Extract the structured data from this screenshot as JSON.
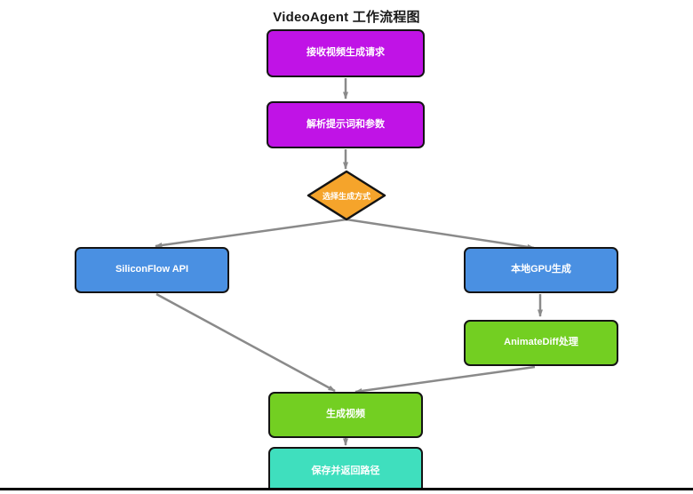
{
  "title": "VideoAgent 工作流程图",
  "colors": {
    "purple": "#C013E6",
    "orange": "#F5A42B",
    "blue": "#4A90E2",
    "green": "#73CF22",
    "teal": "#3FDFBE",
    "edge": "#8A8A8A",
    "border": "#141414",
    "text": "#FFFFFF",
    "title_text": "#1A1A1A"
  },
  "nodes": {
    "receive_request": {
      "label": "接收视频生成请求",
      "shape": "rect",
      "color": "purple"
    },
    "parse_prompt": {
      "label": "解析提示词和参数",
      "shape": "rect",
      "color": "purple"
    },
    "choose_method": {
      "label": "选择生成方式",
      "shape": "diamond",
      "color": "orange"
    },
    "siliconflow_api": {
      "label": "SiliconFlow API",
      "shape": "rect",
      "color": "blue"
    },
    "local_gpu": {
      "label": "本地GPU生成",
      "shape": "rect",
      "color": "blue"
    },
    "animatediff": {
      "label": "AnimateDiff处理",
      "shape": "rect",
      "color": "green"
    },
    "generate_video": {
      "label": "生成视频",
      "shape": "rect",
      "color": "green"
    },
    "save_return": {
      "label": "保存并返回路径",
      "shape": "rect",
      "color": "teal"
    }
  },
  "edges": [
    {
      "from": "receive_request",
      "to": "parse_prompt"
    },
    {
      "from": "parse_prompt",
      "to": "choose_method"
    },
    {
      "from": "choose_method",
      "to": "siliconflow_api"
    },
    {
      "from": "choose_method",
      "to": "local_gpu"
    },
    {
      "from": "siliconflow_api",
      "to": "generate_video"
    },
    {
      "from": "local_gpu",
      "to": "animatediff"
    },
    {
      "from": "animatediff",
      "to": "generate_video"
    },
    {
      "from": "generate_video",
      "to": "save_return"
    }
  ]
}
